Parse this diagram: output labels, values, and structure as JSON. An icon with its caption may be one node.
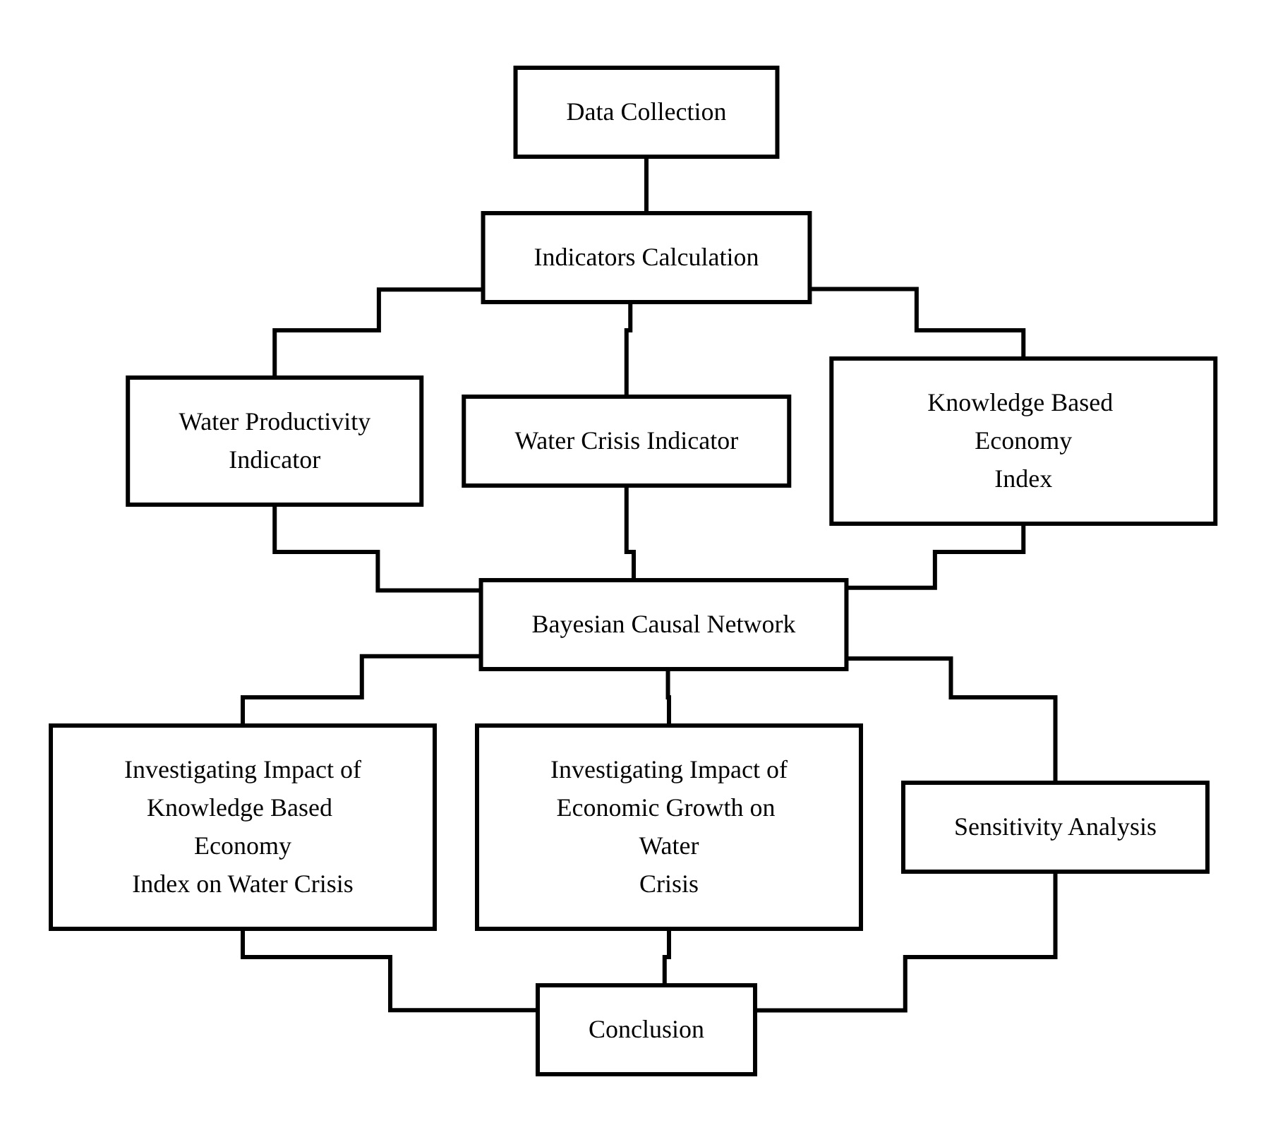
{
  "diagram": {
    "nodes": [
      {
        "text": [
          "Data Collection"
        ]
      },
      {
        "text": [
          "Indicators Calculation"
        ]
      },
      {
        "text": [
          "Water Productivity Indicator"
        ]
      },
      {
        "text": [
          "Water Crisis Indicator"
        ]
      },
      {
        "text": [
          "Knowledge Based Economy Index"
        ]
      },
      {
        "text": [
          "Bayesian Causal Network"
        ]
      },
      {
        "text": [
          "Investigating Impact of Knowledge Based Economy Index on Water Crisis"
        ]
      },
      {
        "text": [
          "Investigating Impact of Economic Growth on Water Crisis"
        ]
      },
      {
        "text": [
          "Sensitivity Analysis"
        ]
      },
      {
        "text": [
          "Conclusion"
        ]
      }
    ],
    "edges": [
      {
        "from": 0,
        "to": 1,
        "arrow": "none"
      },
      {
        "from": 1,
        "to": 2,
        "arrow": "none"
      },
      {
        "from": 1,
        "to": 3,
        "arrow": "none"
      },
      {
        "from": 1,
        "to": 4,
        "arrow": "none"
      },
      {
        "from": 2,
        "to": 5,
        "arrow": "none"
      },
      {
        "from": 3,
        "to": 5,
        "arrow": "none"
      },
      {
        "from": 4,
        "to": 5,
        "arrow": "none"
      },
      {
        "from": 5,
        "to": 6,
        "arrow": "none"
      },
      {
        "from": 5,
        "to": 7,
        "arrow": "none"
      },
      {
        "from": 5,
        "to": 8,
        "arrow": "none"
      },
      {
        "from": 6,
        "to": 9,
        "arrow": "none"
      },
      {
        "from": 7,
        "to": 9,
        "arrow": "none"
      },
      {
        "from": 8,
        "to": 9,
        "arrow": "none"
      }
    ]
  }
}
